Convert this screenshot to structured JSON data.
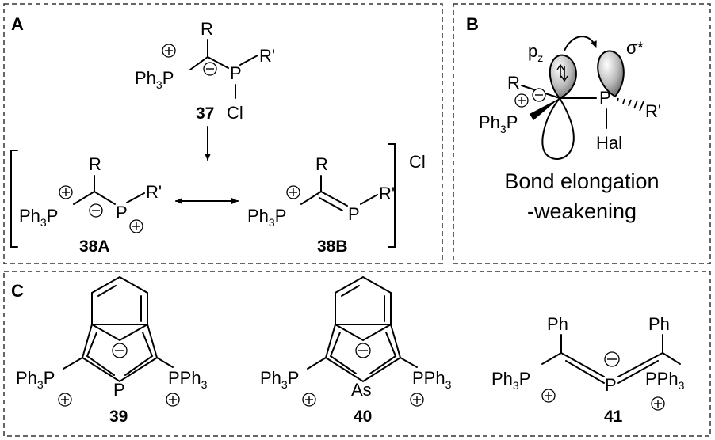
{
  "panels": {
    "a": "A",
    "b": "B",
    "c": "C"
  },
  "panel_a": {
    "top": {
      "substituent": "R",
      "left_group": "Ph",
      "left_sub": "3",
      "left_atom": "P",
      "right_atom": "P",
      "right_group": "R'",
      "halide": "Cl",
      "label": "37"
    },
    "res_a": {
      "substituent": "R",
      "left_group": "Ph",
      "left_sub": "3",
      "left_atom": "P",
      "right_atom": "P",
      "right_group": "R'",
      "label": "38A"
    },
    "res_b": {
      "substituent": "R",
      "left_group": "Ph",
      "left_sub": "3",
      "left_atom": "P",
      "right_atom": "P",
      "right_group": "R'",
      "label": "38B"
    },
    "counter_ion": "Cl"
  },
  "panel_b": {
    "orbital_label": "p",
    "orbital_sub": "z",
    "sigma_label": "σ*",
    "substituent": "R",
    "left_group": "Ph",
    "left_sub": "3",
    "left_atom": "P",
    "center_atom": "P",
    "right_group": "R'",
    "halide": "Hal",
    "caption_line1": "Bond elongation",
    "caption_line2": "-weakening"
  },
  "panel_c": {
    "m39": {
      "left_group": "Ph",
      "left_sub": "3",
      "left_atom": "P",
      "ring_atom": "P",
      "right_group": "PPh",
      "right_sub": "3",
      "label": "39"
    },
    "m40": {
      "left_group": "Ph",
      "left_sub": "3",
      "left_atom": "P",
      "ring_atom": "As",
      "right_group": "PPh",
      "right_sub": "3",
      "label": "40"
    },
    "m41": {
      "left_sub_ph": "Ph",
      "right_sub_ph": "Ph",
      "left_group": "Ph",
      "left_sub": "3",
      "left_atom": "P",
      "center_atom": "P",
      "right_group": "PPh",
      "right_sub": "3",
      "label": "41"
    }
  }
}
